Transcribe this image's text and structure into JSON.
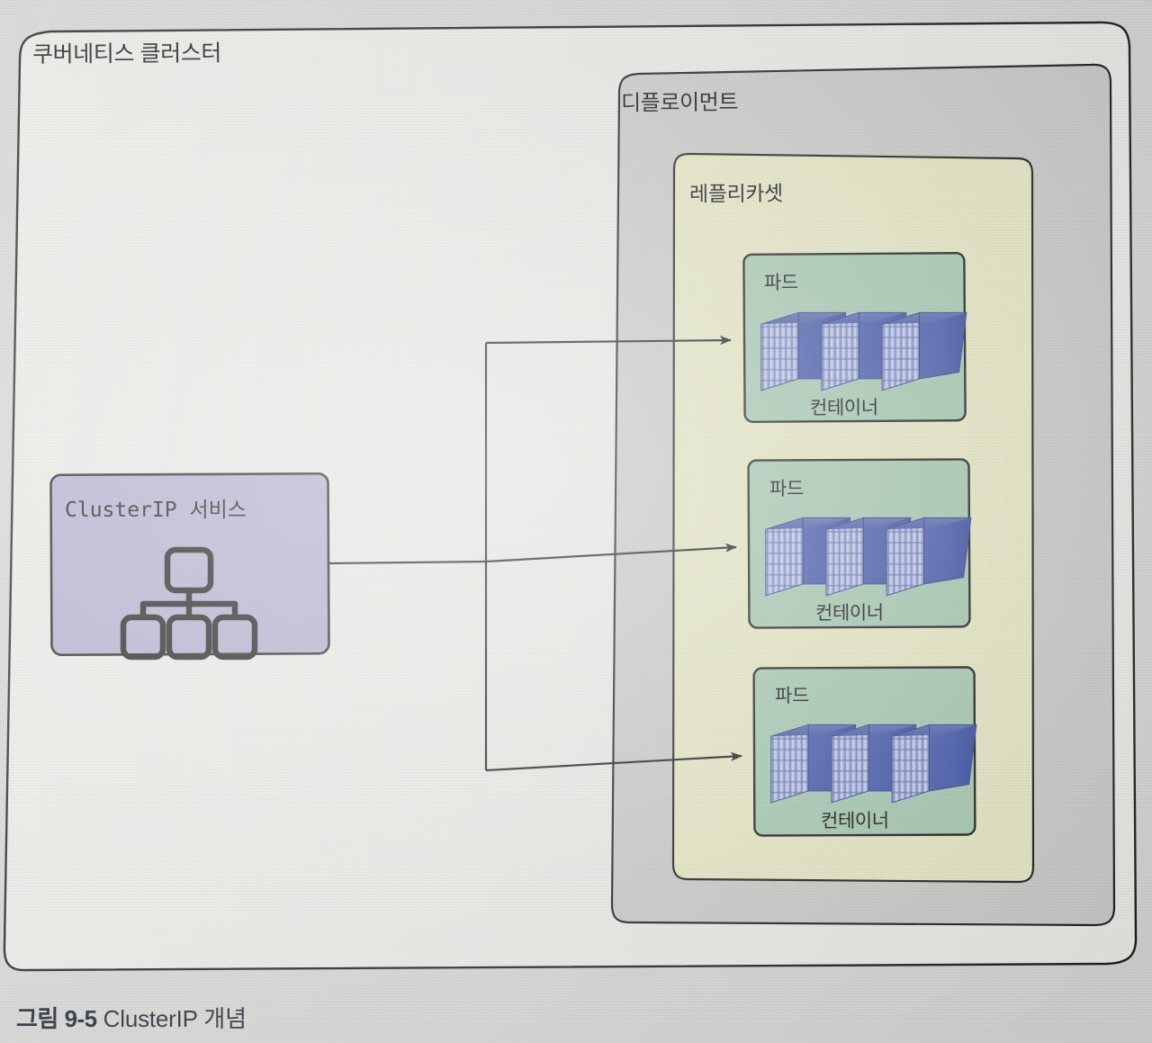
{
  "figure": {
    "caption_number": "그림 9-5",
    "caption_text": " ClusterIP 개념"
  },
  "diagram": {
    "cluster": {
      "label": "쿠버네티스 클러스터",
      "fill": "#e9e9e5",
      "stroke": "#1a1a1a"
    },
    "deployment": {
      "label": "디플로이먼트",
      "fill": "#c8c9c7",
      "stroke": "#1a1a1a"
    },
    "replicaset": {
      "label": "레플리카셋",
      "fill": "#e5e6c2",
      "stroke": "#1a1a1a"
    },
    "service": {
      "label": "ClusterIP 서비스",
      "fill": "#b2aacd",
      "stroke": "#1a1a1a",
      "icon": "network-hierarchy-icon"
    },
    "pods": [
      {
        "label": "파드",
        "container_label": "컨테이너",
        "fill": "#a3c7b0",
        "stroke": "#1a1a1a",
        "container_count": 3
      },
      {
        "label": "파드",
        "container_label": "컨테이너",
        "fill": "#a3c7b0",
        "stroke": "#1a1a1a",
        "container_count": 3
      },
      {
        "label": "파드",
        "container_label": "컨테이너",
        "fill": "#a3c7b0",
        "stroke": "#1a1a1a",
        "container_count": 3
      }
    ],
    "connections": {
      "description": "ClusterIP 서비스에서 세 개의 파드로 연결되는 화살표",
      "arrow_color": "#171717",
      "count": 3
    },
    "colors": {
      "page_background": "#d4d4d2",
      "container_blue_dark": "#3b4fa8",
      "container_blue_light": "#a8b4dd",
      "line": "#171717"
    }
  }
}
